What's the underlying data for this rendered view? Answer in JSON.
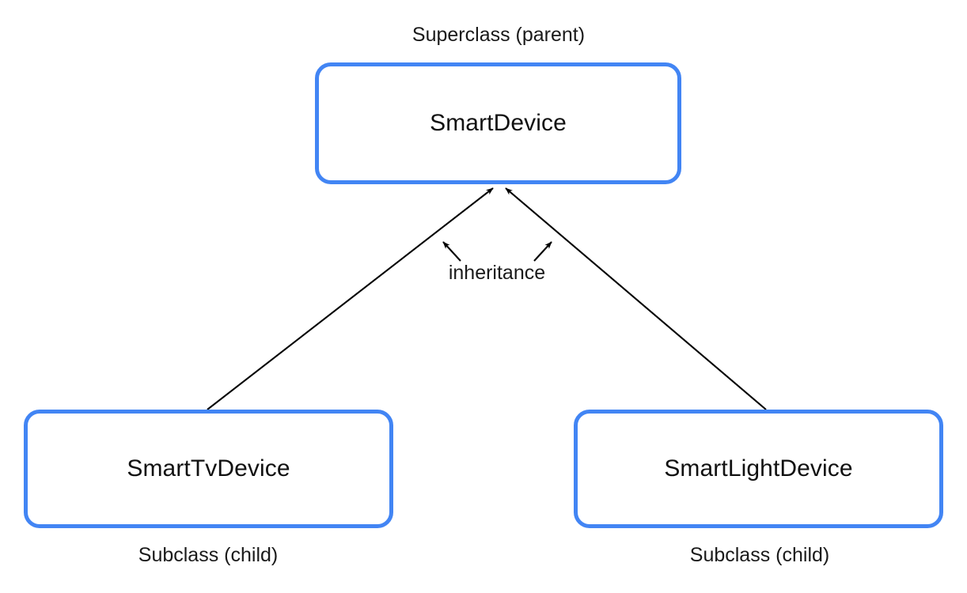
{
  "diagram": {
    "title_concept": "Class inheritance hierarchy",
    "background_color": "#ffffff",
    "accent_color": "#4285f4",
    "text_color": "#1a1a1a",
    "line_color": "#000000",
    "nodes": [
      {
        "id": "superclass",
        "label": "SmartDevice",
        "caption": "Superclass (parent)",
        "role": "superclass"
      },
      {
        "id": "subclass-tv",
        "label": "SmartTvDevice",
        "caption": "Subclass (child)",
        "role": "subclass"
      },
      {
        "id": "subclass-light",
        "label": "SmartLightDevice",
        "caption": "Subclass (child)",
        "role": "subclass"
      }
    ],
    "edges": [
      {
        "id": "edge-tv-to-superclass",
        "from": "subclass-tv",
        "to": "superclass",
        "label": "inheritance",
        "arrow": "open-arrowhead-at-superclass"
      },
      {
        "id": "edge-light-to-superclass",
        "from": "subclass-light",
        "to": "superclass",
        "label": "inheritance",
        "arrow": "open-arrowhead-at-superclass"
      }
    ],
    "edge_label": "inheritance",
    "pointer_icons": [
      {
        "id": "pointer-left",
        "direction": "up-left",
        "points_to": "edge-tv-to-superclass"
      },
      {
        "id": "pointer-right",
        "direction": "up-right",
        "points_to": "edge-light-to-superclass"
      }
    ]
  }
}
